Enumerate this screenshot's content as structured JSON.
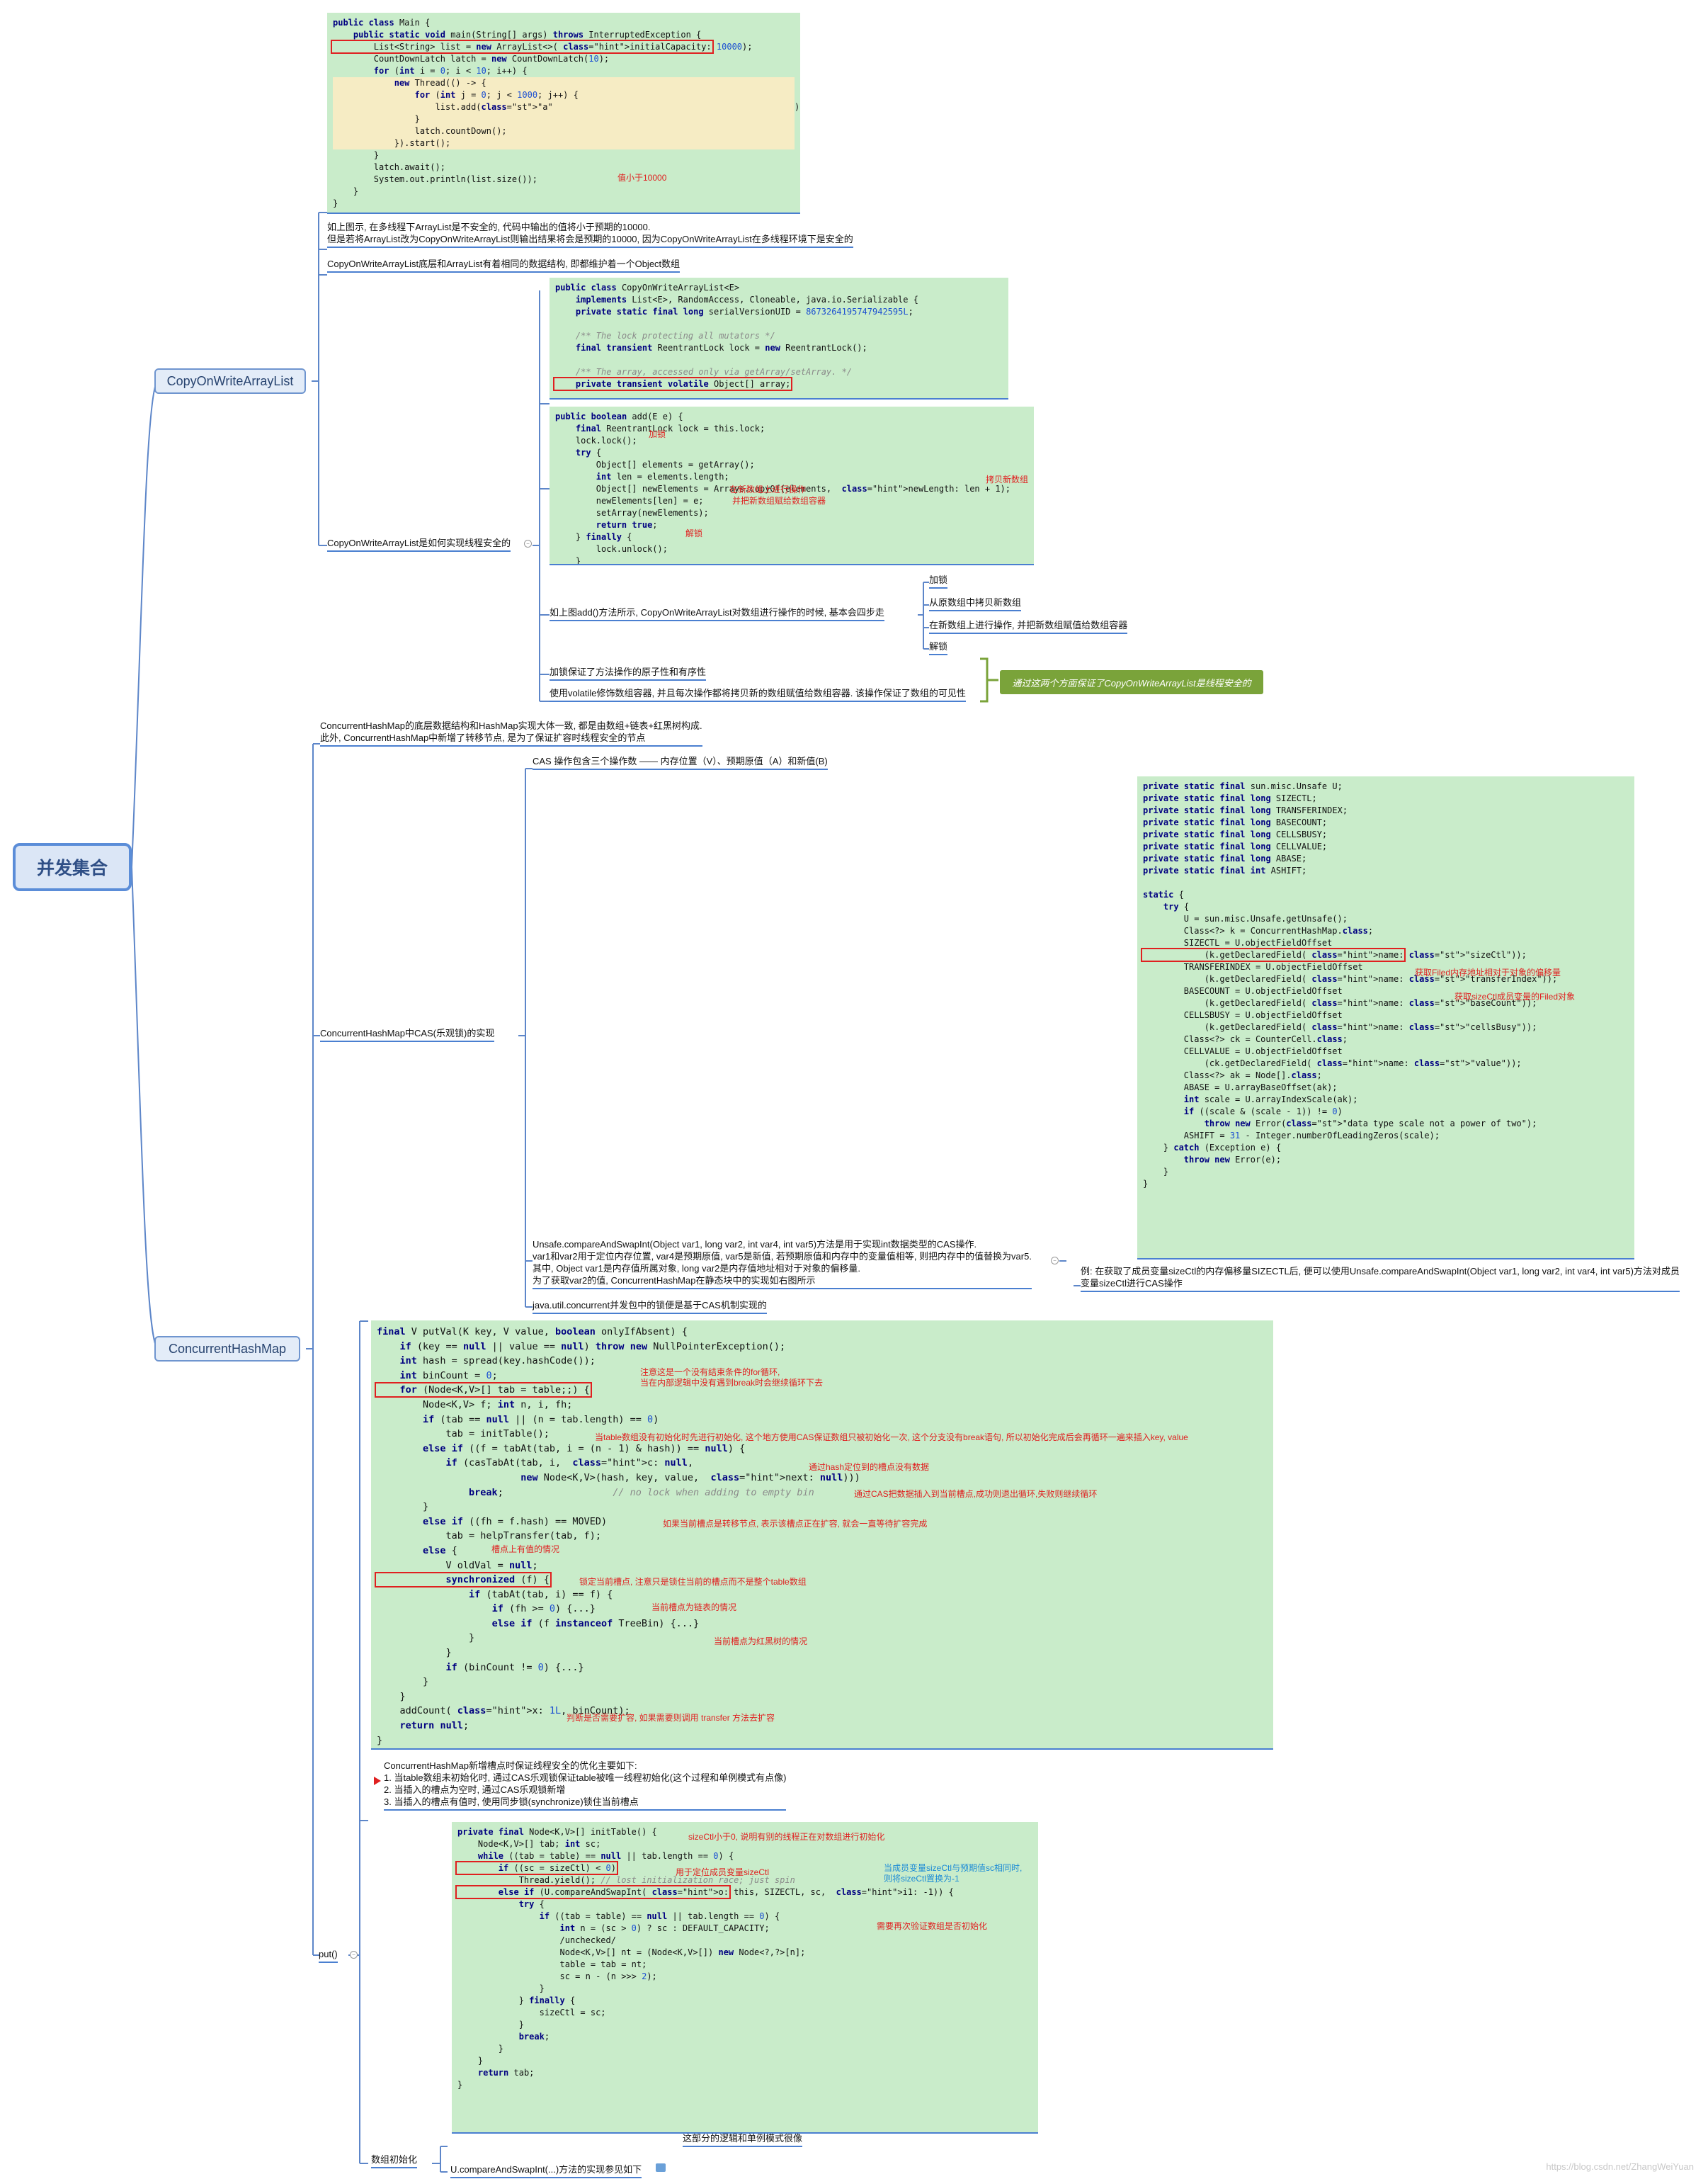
{
  "root": {
    "label": "并发集合"
  },
  "branches": {
    "cowal": "CopyOnWriteArrayList",
    "chm": "ConcurrentHashMap"
  },
  "cowal": {
    "code1": [
      "public class Main {",
      "    public static void main(String[] args) throws InterruptedException {",
      "        List<String> list = new ArrayList<>( initialCapacity: 10000);",
      "        CountDownLatch latch = new CountDownLatch(10);",
      "        for (int i = 0; i < 10; i++) {",
      "            new Thread(() -> {",
      "                for (int j = 0; j < 1000; j++) {",
      "                    list.add(\"a\");",
      "                }",
      "                latch.countDown();",
      "            }).start();",
      "        }",
      "        latch.await();",
      "        System.out.println(list.size());",
      "    }",
      "}"
    ],
    "code1_note": "值小于10000",
    "topic_unsafe": "如上图示, 在多线程下ArrayList是不安全的, 代码中输出的值将小于预期的10000.\n但是若将ArrayList改为CopyOnWriteArrayList则输出结果将会是预期的10000, 因为CopyOnWriteArrayList在多线程环境下是安全的",
    "topic_same": "CopyOnWriteArrayList底层和ArrayList有着相同的数据结构, 即都维护着一个Object数组",
    "code2": [
      "public class CopyOnWriteArrayList<E>",
      "    implements List<E>, RandomAccess, Cloneable, java.io.Serializable {",
      "    private static final long serialVersionUID = 8673264195747942595L;",
      "",
      "    /** The lock protecting all mutators */",
      "    final transient ReentrantLock lock = new ReentrantLock();",
      "",
      "    /** The array, accessed only via getArray/setArray. */",
      "    private transient volatile Object[] array;"
    ],
    "code3": [
      "public boolean add(E e) {",
      "    final ReentrantLock lock = this.lock;",
      "    lock.lock();",
      "    try {",
      "        Object[] elements = getArray();",
      "        int len = elements.length;",
      "        Object[] newElements = Arrays.copyOf(elements,  newLength: len + 1);",
      "        newElements[len] = e;",
      "        setArray(newElements);",
      "        return true;",
      "    } finally {",
      "        lock.unlock();",
      "    }",
      "}"
    ],
    "code3_notes": {
      "lock": "加锁",
      "copy": "拷贝新数组",
      "set": "在新数组上进行操作",
      "assign": "并把新数组赋给数组容器",
      "unlock": "解锁"
    },
    "topic_how": "CopyOnWriteArrayList是如何实现线程安全的",
    "topic_steps": "如上图add()方法所示, CopyOnWriteArrayList对数组进行操作的时候, 基本会四步走",
    "steps": [
      "加锁",
      "从原数组中拷贝新数组",
      "在新数组上进行操作, 并把新数组赋值给数组容器",
      "解锁"
    ],
    "topic_atomic": "加锁保证了方法操作的原子性和有序性",
    "topic_visible": "使用volatile修饰数组容器, 并且每次操作都将拷贝新的数组赋值给数组容器. 该操作保证了数组的可见性",
    "callout": "通过这两个方面保证了CopyOnWriteArrayList是线程安全的"
  },
  "chm": {
    "topic_struct": "ConcurrentHashMap的底层数据结构和HashMap实现大体一致, 都是由数组+链表+红黑树构成.\n此外, ConcurrentHashMap中新增了转移节点, 是为了保证扩容时线程安全的节点",
    "topic_cas": "ConcurrentHashMap中CAS(乐观锁)的实现",
    "cas_def": "CAS 操作包含三个操作数 —— 内存位置（V）、预期原值（A）和新值(B)",
    "code_static": [
      "private static final sun.misc.Unsafe U;",
      "private static final long SIZECTL;",
      "private static final long TRANSFERINDEX;",
      "private static final long BASECOUNT;",
      "private static final long CELLSBUSY;",
      "private static final long CELLVALUE;",
      "private static final long ABASE;",
      "private static final int ASHIFT;",
      "",
      "static {",
      "    try {",
      "        U = sun.misc.Unsafe.getUnsafe();",
      "        Class<?> k = ConcurrentHashMap.class;",
      "        SIZECTL = U.objectFieldOffset",
      "            (k.getDeclaredField( name: \"sizeCtl\"));",
      "        TRANSFERINDEX = U.objectFieldOffset",
      "            (k.getDeclaredField( name: \"transferIndex\"));",
      "        BASECOUNT = U.objectFieldOffset",
      "            (k.getDeclaredField( name: \"baseCount\"));",
      "        CELLSBUSY = U.objectFieldOffset",
      "            (k.getDeclaredField( name: \"cellsBusy\"));",
      "        Class<?> ck = CounterCell.class;",
      "        CELLVALUE = U.objectFieldOffset",
      "            (ck.getDeclaredField( name: \"value\"));",
      "        Class<?> ak = Node[].class;",
      "        ABASE = U.arrayBaseOffset(ak);",
      "        int scale = U.arrayIndexScale(ak);",
      "        if ((scale & (scale - 1)) != 0)",
      "            throw new Error(\"data type scale not a power of two\");",
      "        ASHIFT = 31 - Integer.numberOfLeadingZeros(scale);",
      "    } catch (Exception e) {",
      "        throw new Error(e);",
      "    }",
      "}"
    ],
    "code_static_notes": {
      "offset": "获取Filed内存地址相对于对象的偏移量",
      "field": "获取sizeCtl成员变量的Filed对象"
    },
    "topic_unsafe_api": "Unsafe.compareAndSwapInt(Object var1, long var2, int var4, int var5)方法是用于实现int数据类型的CAS操作.\nvar1和var2用于定位内存位置, var4是预期原值, var5是新值, 若预期原值和内存中的变量值相等, 则把内存中的值替换为var5.\n其中, Object var1是内存值所属对象, long var2是内存值地址相对于对象的偏移量.\n为了获取var2的值, ConcurrentHashMap在静态块中的实现如右图所示",
    "topic_example": "例: 在获取了成员变量sizeCtl的内存偏移量SIZECTL后, 便可以使用Unsafe.compareAndSwapInt(Object var1, long var2, int var4, int var5)方法对成员\n变量sizeCtl进行CAS操作",
    "topic_juc": "java.util.concurrent并发包中的锁便是基于CAS机制实现的",
    "code_put": [
      "final V putVal(K key, V value, boolean onlyIfAbsent) {",
      "    if (key == null || value == null) throw new NullPointerException();",
      "    int hash = spread(key.hashCode());",
      "    int binCount = 0;",
      "    for (Node<K,V>[] tab = table;;) {",
      "        Node<K,V> f; int n, i, fh;",
      "        if (tab == null || (n = tab.length) == 0)",
      "            tab = initTable();",
      "        else if ((f = tabAt(tab, i = (n - 1) & hash)) == null) {",
      "            if (casTabAt(tab, i,  c: null,",
      "                         new Node<K,V>(hash, key, value,  next: null)))",
      "                break;                   // no lock when adding to empty bin",
      "        }",
      "        else if ((fh = f.hash) == MOVED)",
      "            tab = helpTransfer(tab, f);",
      "        else {",
      "            V oldVal = null;",
      "            synchronized (f) {",
      "                if (tabAt(tab, i) == f) {",
      "                    if (fh >= 0) {...}",
      "                    else if (f instanceof TreeBin) {...}",
      "                }",
      "            }",
      "            if (binCount != 0) {...}",
      "        }",
      "    }",
      "    addCount( x: 1L, binCount);",
      "    return null;",
      "}"
    ],
    "code_put_notes": {
      "for": "注意这是一个没有结束条件的for循环,\n当在内部逻辑中没有遇到break时会继续循环下去",
      "init": "当table数组没有初始化时先进行初始化, 这个地方使用CAS保证数组只被初始化一次, 这个分支没有break语句, 所以初始化完成后会再循环一遍来插入key, value",
      "hash": "通过hash定位到的槽点没有数据",
      "cas": "通过CAS把数据插入到当前槽点,成功则退出循环,失败则继续循环",
      "moved": "如果当前槽点是转移节点, 表示该槽点正在扩容, 就会一直等待扩容完成",
      "else": "槽点上有值的情况",
      "sync": "锁定当前槽点, 注意只是锁住当前的槽点而不是整个table数组",
      "list": "当前槽点为链表的情况",
      "tree": "当前槽点为红黑树的情况",
      "add": "判断是否需要扩容, 如果需要则调用 transfer 方法去扩容"
    },
    "topic_put_opt": "ConcurrentHashMap新增槽点时保证线程安全的优化主要如下:\n1. 当table数组未初始化时, 通过CAS乐观锁保证table被唯一线程初始化(这个过程和单例模式有点像)\n2. 当插入的槽点为空时, 通过CAS乐观锁新增\n3. 当插入的槽点有值时, 使用同步锁(synchronize)锁住当前槽点",
    "code_init": [
      "private final Node<K,V>[] initTable() {",
      "    Node<K,V>[] tab; int sc;",
      "    while ((tab = table) == null || tab.length == 0) {",
      "        if ((sc = sizeCtl) < 0)",
      "            Thread.yield(); // lost initialization race; just spin",
      "        else if (U.compareAndSwapInt( o: this, SIZECTL, sc,  i1: -1)) {",
      "            try {",
      "                if ((tab = table) == null || tab.length == 0) {",
      "                    int n = (sc > 0) ? sc : DEFAULT_CAPACITY;",
      "                    /unchecked/",
      "                    Node<K,V>[] nt = (Node<K,V>[]) new Node<?,?>[n];",
      "                    table = tab = nt;",
      "                    sc = n - (n >>> 2);",
      "                }",
      "            } finally {",
      "                sizeCtl = sc;",
      "            }",
      "            break;",
      "        }",
      "    }",
      "    return tab;",
      "}"
    ],
    "code_init_notes": {
      "lt0": "sizeCtl小于0, 说明有别的线程正在对数组进行初始化",
      "locate": "用于定位成员变量sizeCtl",
      "cas": "当成员变量sizeCtl与预期值sc相同时,\n则将sizeCtl置换为-1",
      "recheck": "需要再次验证数组是否初始化"
    },
    "topic_singleton": "这部分的逻辑和单例模式很像",
    "topic_put": "put()",
    "topic_arrinit": "数组初始化",
    "topic_cas_ref": "U.compareAndSwapInt(...)方法的实现参见如下"
  },
  "watermark": "https://blog.csdn.net/ZhangWeiYuan"
}
